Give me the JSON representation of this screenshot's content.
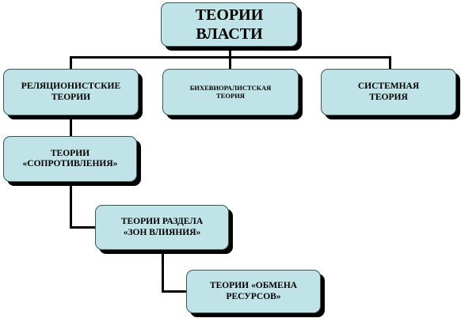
{
  "root": {
    "line1": "ТЕОРИИ",
    "line2": "ВЛАСТИ"
  },
  "level1": [
    {
      "line1": "РЕЛЯЦИОНИСТСКИЕ",
      "line2": "ТЕОРИИ"
    },
    {
      "line1": "БИХЕВИОРАЛИСТСКАЯ",
      "line2": "ТЕОРИЯ"
    },
    {
      "line1": "СИСТЕМНАЯ",
      "line2": "ТЕОРИЯ"
    }
  ],
  "chain": [
    {
      "line1": "ТЕОРИИ",
      "line2": "«СОПРОТИВЛЕНИЯ»"
    },
    {
      "line1": "ТЕОРИИ  РАЗДЕЛА",
      "line2": "«ЗОН ВЛИЯНИЯ»"
    },
    {
      "line1": "ТЕОРИИ  «ОБМЕНА",
      "line2": "РЕСУРСОВ»"
    }
  ],
  "colors": {
    "box_fill": "#bfe3e6",
    "box_border": "#3d5557",
    "shadow": "#000000",
    "connector": "#000000"
  }
}
